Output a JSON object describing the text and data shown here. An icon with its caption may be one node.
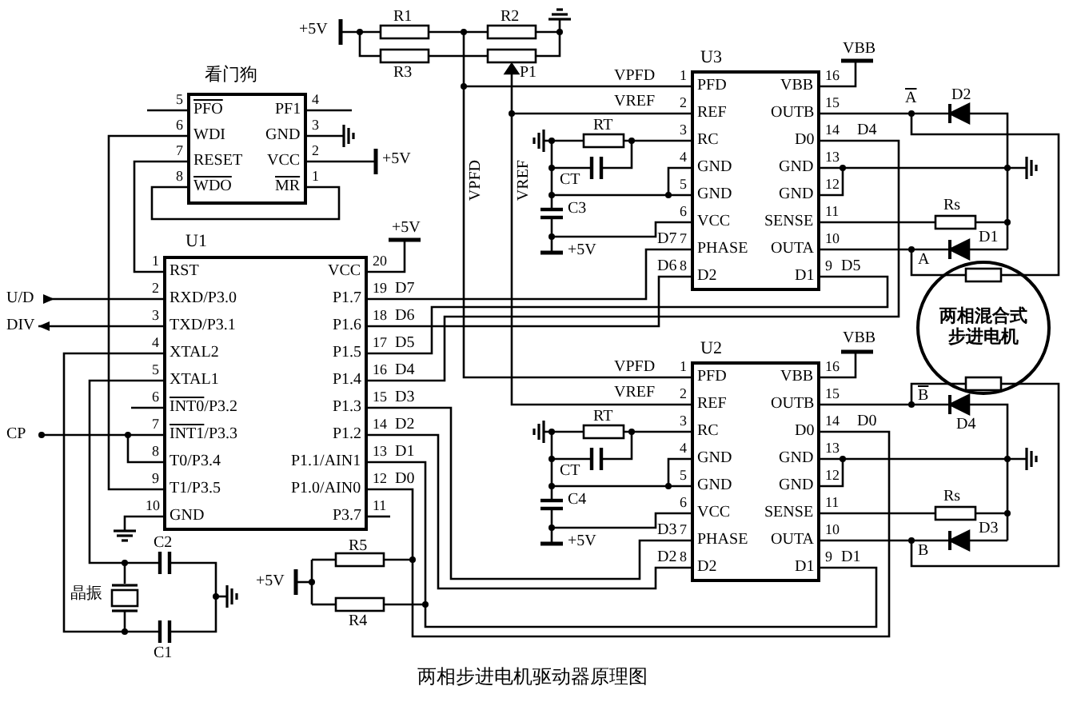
{
  "diagram": {
    "caption": "两相步进电机驱动器原理图",
    "nodes": [
      {
        "text": [
          "看门狗",
          "PFO",
          "WDI",
          "RESET",
          "WDO",
          "PF1",
          "GND",
          "VCC",
          "MR"
        ],
        "beside": [
          "5",
          "6",
          "7",
          "8",
          "4",
          "3",
          "2",
          "1"
        ]
      },
      {
        "text": [
          "U3",
          "PFD",
          "REF",
          "RC",
          "GND",
          "GND",
          "VCC",
          "PHASE",
          "D2",
          "VBB",
          "OUTB",
          "D0",
          "GND",
          "GND",
          "SENSE",
          "OUTA",
          "D1"
        ],
        "beside": [
          "1",
          "2",
          "3",
          "4",
          "5",
          "6",
          "7",
          "8",
          "16",
          "15",
          "14",
          "13",
          "12",
          "11",
          "10",
          "9"
        ]
      },
      {
        "text": [
          "U1",
          "RST",
          "RXD/P3.0",
          "TXD/P3.1",
          "XTAL2",
          "XTAL1",
          "INT0/P3.2",
          "INT1/P3.3",
          "T0/P3.4",
          "T1/P3.5",
          "GND",
          "VCC",
          "P1.7",
          "P1.6",
          "P1.5",
          "P1.4",
          "P1.3",
          "P1.2",
          "P1.1/AIN1",
          "P1.0/AIN0",
          "P3.7"
        ],
        "beside": [
          "1",
          "2",
          "3",
          "4",
          "5",
          "6",
          "7",
          "8",
          "9",
          "10",
          "20",
          "19",
          "18",
          "17",
          "16",
          "15",
          "14",
          "13",
          "12",
          "11"
        ]
      },
      {
        "text": [
          "U2",
          "PFD",
          "REF",
          "RC",
          "GND",
          "GND",
          "VCC",
          "PHASE",
          "D2",
          "VBB",
          "OUTB",
          "D0",
          "GND",
          "GND",
          "SENSE",
          "OUTA",
          "D1"
        ],
        "beside": [
          "1",
          "2",
          "3",
          "4",
          "5",
          "6",
          "7",
          "8",
          "16",
          "15",
          "14",
          "13",
          "12",
          "11",
          "10",
          "9"
        ]
      },
      {
        "text": [
          "两相混合式步进电机"
        ]
      }
    ],
    "edges": [
      {
        "from": 0,
        "to": 2,
        "arrow": "none"
      },
      {
        "from": 0,
        "to": 2,
        "arrow": "none"
      },
      {
        "from": 2,
        "to": 1,
        "arrow": "none"
      },
      {
        "from": 2,
        "to": 1,
        "arrow": "none"
      },
      {
        "from": 2,
        "to": 1,
        "arrow": "none"
      },
      {
        "from": 2,
        "to": 1,
        "arrow": "none"
      },
      {
        "from": 2,
        "to": 3,
        "arrow": "none"
      },
      {
        "from": 2,
        "to": 3,
        "arrow": "none"
      },
      {
        "from": 2,
        "to": 3,
        "arrow": "none"
      },
      {
        "from": 2,
        "to": 3,
        "arrow": "none"
      },
      {
        "from": 1,
        "to": 3,
        "arrow": "none"
      },
      {
        "from": 1,
        "to": 3,
        "arrow": "none"
      },
      {
        "from": 1,
        "to": 4,
        "arrow": "none"
      },
      {
        "from": 1,
        "to": 4,
        "arrow": "none"
      },
      {
        "from": 3,
        "to": 4,
        "arrow": "none"
      },
      {
        "from": 3,
        "to": 4,
        "arrow": "none"
      }
    ],
    "labels": [
      "+5V",
      "R1",
      "R2",
      "R3",
      "P1",
      "VPFD",
      "VREF",
      "VPFD",
      "VREF",
      "RT",
      "CT",
      "C3",
      "+5V",
      "VBB",
      "A",
      "D2",
      "D4",
      "Rs",
      "A",
      "D1",
      "D7",
      "D6",
      "D5",
      "+5V",
      "+5V",
      "U/D",
      "DIV",
      "CP",
      "D7",
      "D6",
      "D5",
      "D4",
      "D3",
      "D2",
      "D1",
      "D0",
      "VPFD",
      "VREF",
      "RT",
      "CT",
      "C4",
      "+5V",
      "VBB",
      "B",
      "D4",
      "D0",
      "Rs",
      "B",
      "D3",
      "D3",
      "D2",
      "D1",
      "C2",
      "晶振",
      "C1",
      "+5V",
      "R5",
      "R4"
    ]
  }
}
